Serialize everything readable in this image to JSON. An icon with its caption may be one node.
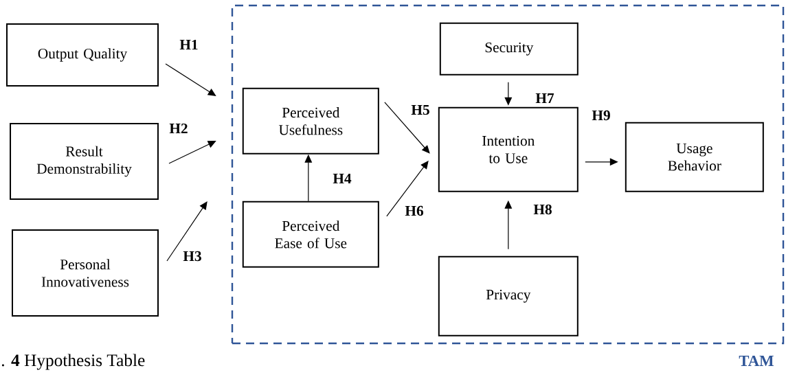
{
  "diagram": {
    "caption": ". **4** Hypothesis Table",
    "nodes": [
      {
        "text": [
          "TAM"
        ]
      },
      {
        "text": [
          "Output Quality"
        ]
      },
      {
        "text": [
          "Security"
        ],
        "in": 0
      },
      {
        "text": [
          "Perceived Usefulness"
        ],
        "in": 0
      },
      {
        "text": [
          "Intention to Use"
        ],
        "in": 0
      },
      {
        "text": [
          "Usage Behavior"
        ],
        "in": 0
      },
      {
        "text": [
          "Result Demonstrability"
        ]
      },
      {
        "text": [
          "Perceived Ease of Use"
        ],
        "in": 0
      },
      {
        "text": [
          "Personal Innovativeness"
        ]
      },
      {
        "text": [
          "Privacy"
        ],
        "in": 0
      }
    ],
    "edges": [
      {
        "from": 1,
        "to": 0,
        "arrow": "to",
        "label": "H1"
      },
      {
        "from": 6,
        "to": 0,
        "arrow": "to",
        "label": "H2"
      },
      {
        "from": 8,
        "to": 0,
        "arrow": "to",
        "label": "H3"
      },
      {
        "from": 7,
        "to": 3,
        "arrow": "to",
        "label": "H4"
      },
      {
        "from": 3,
        "to": 4,
        "arrow": "to",
        "label": "H5"
      },
      {
        "from": 7,
        "to": 4,
        "arrow": "to",
        "label": "H6"
      },
      {
        "from": 2,
        "to": 4,
        "arrow": "to",
        "label": "H7"
      },
      {
        "from": 9,
        "to": 4,
        "arrow": "to",
        "label": "H8"
      },
      {
        "from": 4,
        "to": 5,
        "arrow": "to",
        "label": "H9"
      }
    ]
  }
}
